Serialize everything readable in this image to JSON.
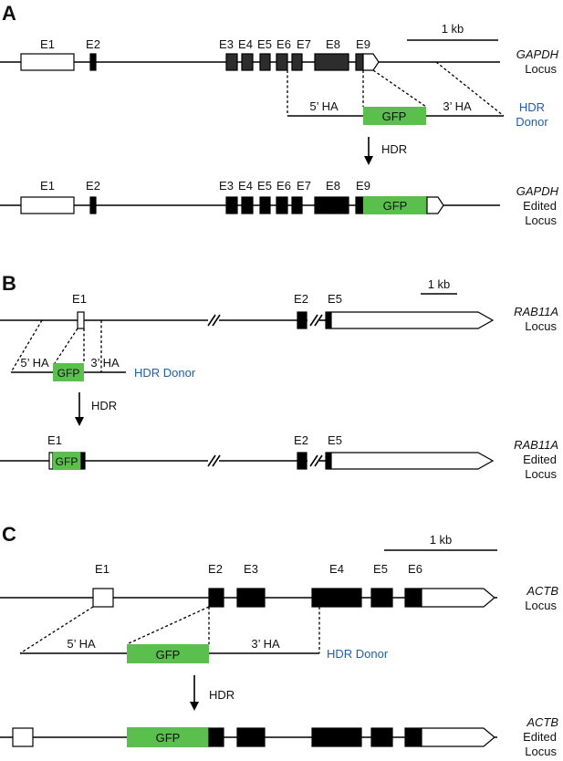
{
  "panels": {
    "A": {
      "letter": "A",
      "scale": "1 kb",
      "exons": [
        "E1",
        "E2",
        "E3",
        "E4",
        "E5",
        "E6",
        "E7",
        "E8",
        "E9"
      ],
      "gene": "GAPDH",
      "locus": "Locus",
      "edited": "Edited",
      "ha5": "5’ HA",
      "ha3": "3’ HA",
      "gfp": "GFP",
      "donor1": "HDR",
      "donor2": "Donor",
      "hdr": "HDR"
    },
    "B": {
      "letter": "B",
      "scale": "1 kb",
      "exons": [
        "E1",
        "E2",
        "E5"
      ],
      "gene": "RAB11A",
      "locus": "Locus",
      "edited": "Edited",
      "ha5": "5’ HA",
      "ha3": "3’ HA",
      "gfp": "GFP",
      "donor": "HDR Donor",
      "hdr": "HDR"
    },
    "C": {
      "letter": "C",
      "scale": "1 kb",
      "exons": [
        "E1",
        "E2",
        "E3",
        "E4",
        "E5",
        "E6"
      ],
      "gene": "ACTB",
      "locus": "Locus",
      "edited": "Edited",
      "ha5": "5’ HA",
      "ha3": "3’ HA",
      "gfp": "GFP",
      "donor": "HDR Donor",
      "hdr": "HDR"
    }
  }
}
